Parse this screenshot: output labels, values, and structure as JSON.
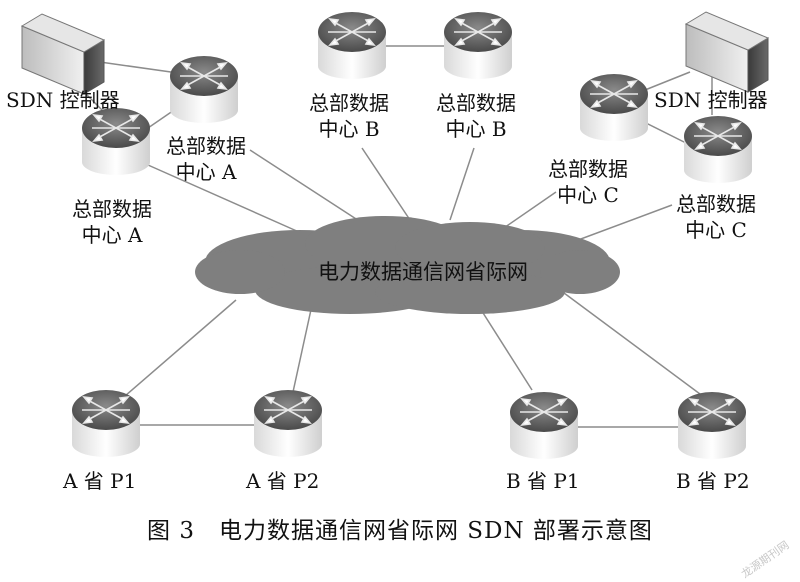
{
  "cloud": {
    "label": "电力数据通信网省际网"
  },
  "labels": {
    "sdn_controller_a": "SDN 控制器",
    "sdn_controller_c": "SDN 控制器",
    "hq_a_1": [
      "总部数据",
      "中心 A"
    ],
    "hq_a_2": [
      "总部数据",
      "中心 A"
    ],
    "hq_b_1": [
      "总部数据",
      "中心 B"
    ],
    "hq_b_2": [
      "总部数据",
      "中心 B"
    ],
    "hq_c_1": [
      "总部数据",
      "中心 C"
    ],
    "hq_c_2": [
      "总部数据",
      "中心 C"
    ],
    "a_p1": "A 省 P1",
    "a_p2": "A 省 P2",
    "b_p1": "B 省 P1",
    "b_p2": "B 省 P2"
  },
  "caption": "图 3　电力数据通信网省际网 SDN 部署示意图",
  "watermark": "龙源期刊网",
  "colors": {
    "cloud": "#7f7f7f",
    "line": "#8c8c8c",
    "router_top": "#6e6e6e",
    "router_body": "#f2f2f2"
  }
}
